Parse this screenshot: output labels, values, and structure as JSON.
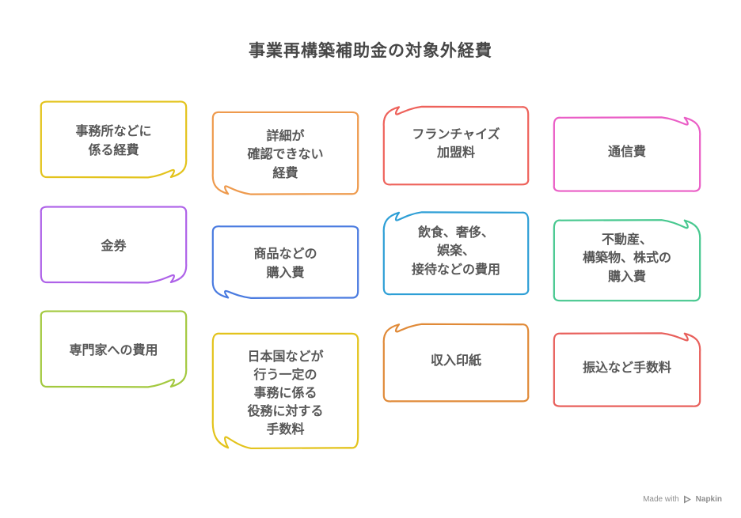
{
  "title": "事業再構築補助金の対象外経費",
  "notes": [
    {
      "label": "事務所などに\n係る経費",
      "color": "#E3C31C"
    },
    {
      "label": "詳細が\n確認できない\n経費",
      "color": "#EE9A4D"
    },
    {
      "label": "フランチャイズ\n加盟料",
      "color": "#EE625B"
    },
    {
      "label": "通信費",
      "color": "#EA5EC6"
    },
    {
      "label": "金券",
      "color": "#AE62E8"
    },
    {
      "label": "商品などの\n購入費",
      "color": "#4A7BE0"
    },
    {
      "label": "飲食、奢侈、\n娯楽、\n接待などの費用",
      "color": "#2E9FD6"
    },
    {
      "label": "不動産、\n構築物、株式の\n購入費",
      "color": "#47C88F"
    },
    {
      "label": "専門家への費用",
      "color": "#A3C93F"
    },
    {
      "label": "日本国などが\n行う一定の\n事務に係る\n役務に対する\n手数料",
      "color": "#E3C31C"
    },
    {
      "label": "収入印紙",
      "color": "#E08A38"
    },
    {
      "label": "振込など手数料",
      "color": "#E8605C"
    }
  ],
  "watermark": {
    "prefix": "Made with",
    "brand": "Napkin"
  },
  "text_color": "#575757",
  "title_color": "#474747"
}
